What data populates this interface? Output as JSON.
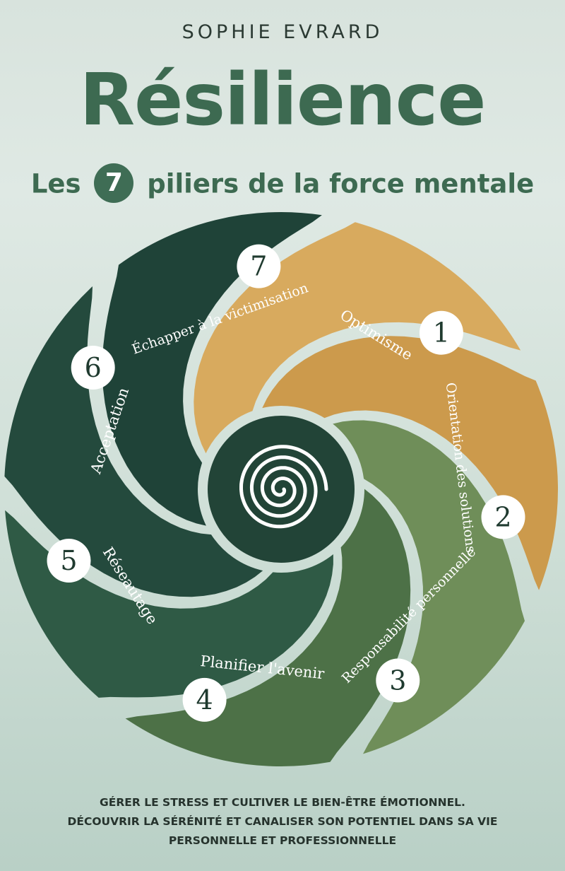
{
  "cover": {
    "author": "SOPHIE EVRARD",
    "title": "Résilience",
    "subtitle_before": "Les",
    "subtitle_number": "7",
    "subtitle_after": "piliers de la force mentale"
  },
  "pillars": [
    {
      "number": "1",
      "label": "Optimisme",
      "color": "#d8aa5e"
    },
    {
      "number": "2",
      "label": "Orientation des solutions",
      "color": "#cc9a4c"
    },
    {
      "number": "3",
      "label": "Responsabilité personnelle",
      "color": "#6f8e59"
    },
    {
      "number": "4",
      "label": "Planifier l'avenir",
      "color": "#4d7147"
    },
    {
      "number": "5",
      "label": "Réseautage",
      "color": "#2f5a45"
    },
    {
      "number": "6",
      "label": "Acceptation",
      "color": "#244a3d"
    },
    {
      "number": "7",
      "label": "Échapper à la victimisation",
      "color": "#1f4338"
    }
  ],
  "colors": {
    "title_green": "#3d6a51",
    "center_disc": "#224437",
    "spiral": "#ffffff"
  },
  "center_icon": "spiral-icon",
  "tagline": [
    "GÉRER LE STRESS ET CULTIVER LE BIEN-ÊTRE ÉMOTIONNEL.",
    "DÉCOUVRIR LA SÉRÉNITÉ ET CANALISER SON POTENTIEL DANS SA VIE",
    "PERSONNELLE ET PROFESSIONNELLE"
  ]
}
